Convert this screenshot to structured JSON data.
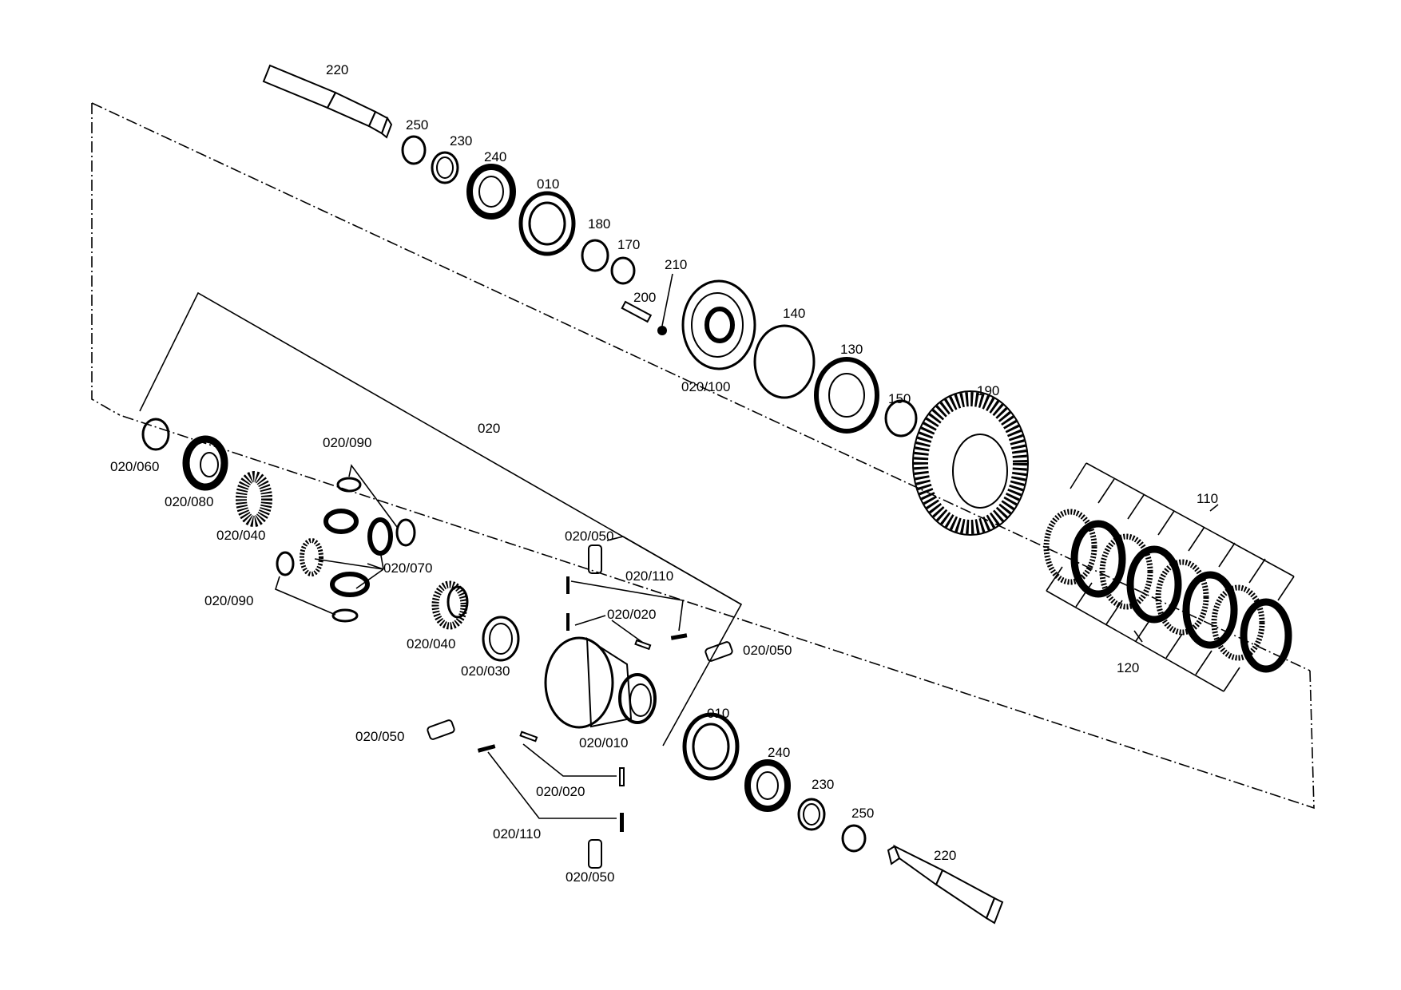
{
  "callouts": [
    {
      "id": "c220a",
      "text": "220"
    },
    {
      "id": "c250a",
      "text": "250"
    },
    {
      "id": "c230a",
      "text": "230"
    },
    {
      "id": "c240a",
      "text": "240"
    },
    {
      "id": "c010a",
      "text": "010"
    },
    {
      "id": "c180",
      "text": "180"
    },
    {
      "id": "c170",
      "text": "170"
    },
    {
      "id": "c210",
      "text": "210"
    },
    {
      "id": "c200",
      "text": "200"
    },
    {
      "id": "c140",
      "text": "140"
    },
    {
      "id": "c130",
      "text": "130"
    },
    {
      "id": "c020_100",
      "text": "020/100"
    },
    {
      "id": "c150",
      "text": "150"
    },
    {
      "id": "c190",
      "text": "190"
    },
    {
      "id": "c110",
      "text": "110"
    },
    {
      "id": "c120",
      "text": "120"
    },
    {
      "id": "c020",
      "text": "020"
    },
    {
      "id": "c020_060",
      "text": "020/060"
    },
    {
      "id": "c020_080",
      "text": "020/080"
    },
    {
      "id": "c020_040a",
      "text": "020/040"
    },
    {
      "id": "c020_090a",
      "text": "020/090"
    },
    {
      "id": "c020_070",
      "text": "020/070"
    },
    {
      "id": "c020_090b",
      "text": "020/090"
    },
    {
      "id": "c020_040b",
      "text": "020/040"
    },
    {
      "id": "c020_030",
      "text": "020/030"
    },
    {
      "id": "c020_050a",
      "text": "020/050"
    },
    {
      "id": "c020_110a",
      "text": "020/110"
    },
    {
      "id": "c020_020a",
      "text": "020/020"
    },
    {
      "id": "c020_050b",
      "text": "020/050"
    },
    {
      "id": "c020_010",
      "text": "020/010"
    },
    {
      "id": "c020_050c",
      "text": "020/050"
    },
    {
      "id": "c020_020b",
      "text": "020/020"
    },
    {
      "id": "c020_110b",
      "text": "020/110"
    },
    {
      "id": "c020_050d",
      "text": "020/050"
    },
    {
      "id": "c010b",
      "text": "010"
    },
    {
      "id": "c240b",
      "text": "240"
    },
    {
      "id": "c230b",
      "text": "230"
    },
    {
      "id": "c250b",
      "text": "250"
    },
    {
      "id": "c220b",
      "text": "220"
    }
  ]
}
